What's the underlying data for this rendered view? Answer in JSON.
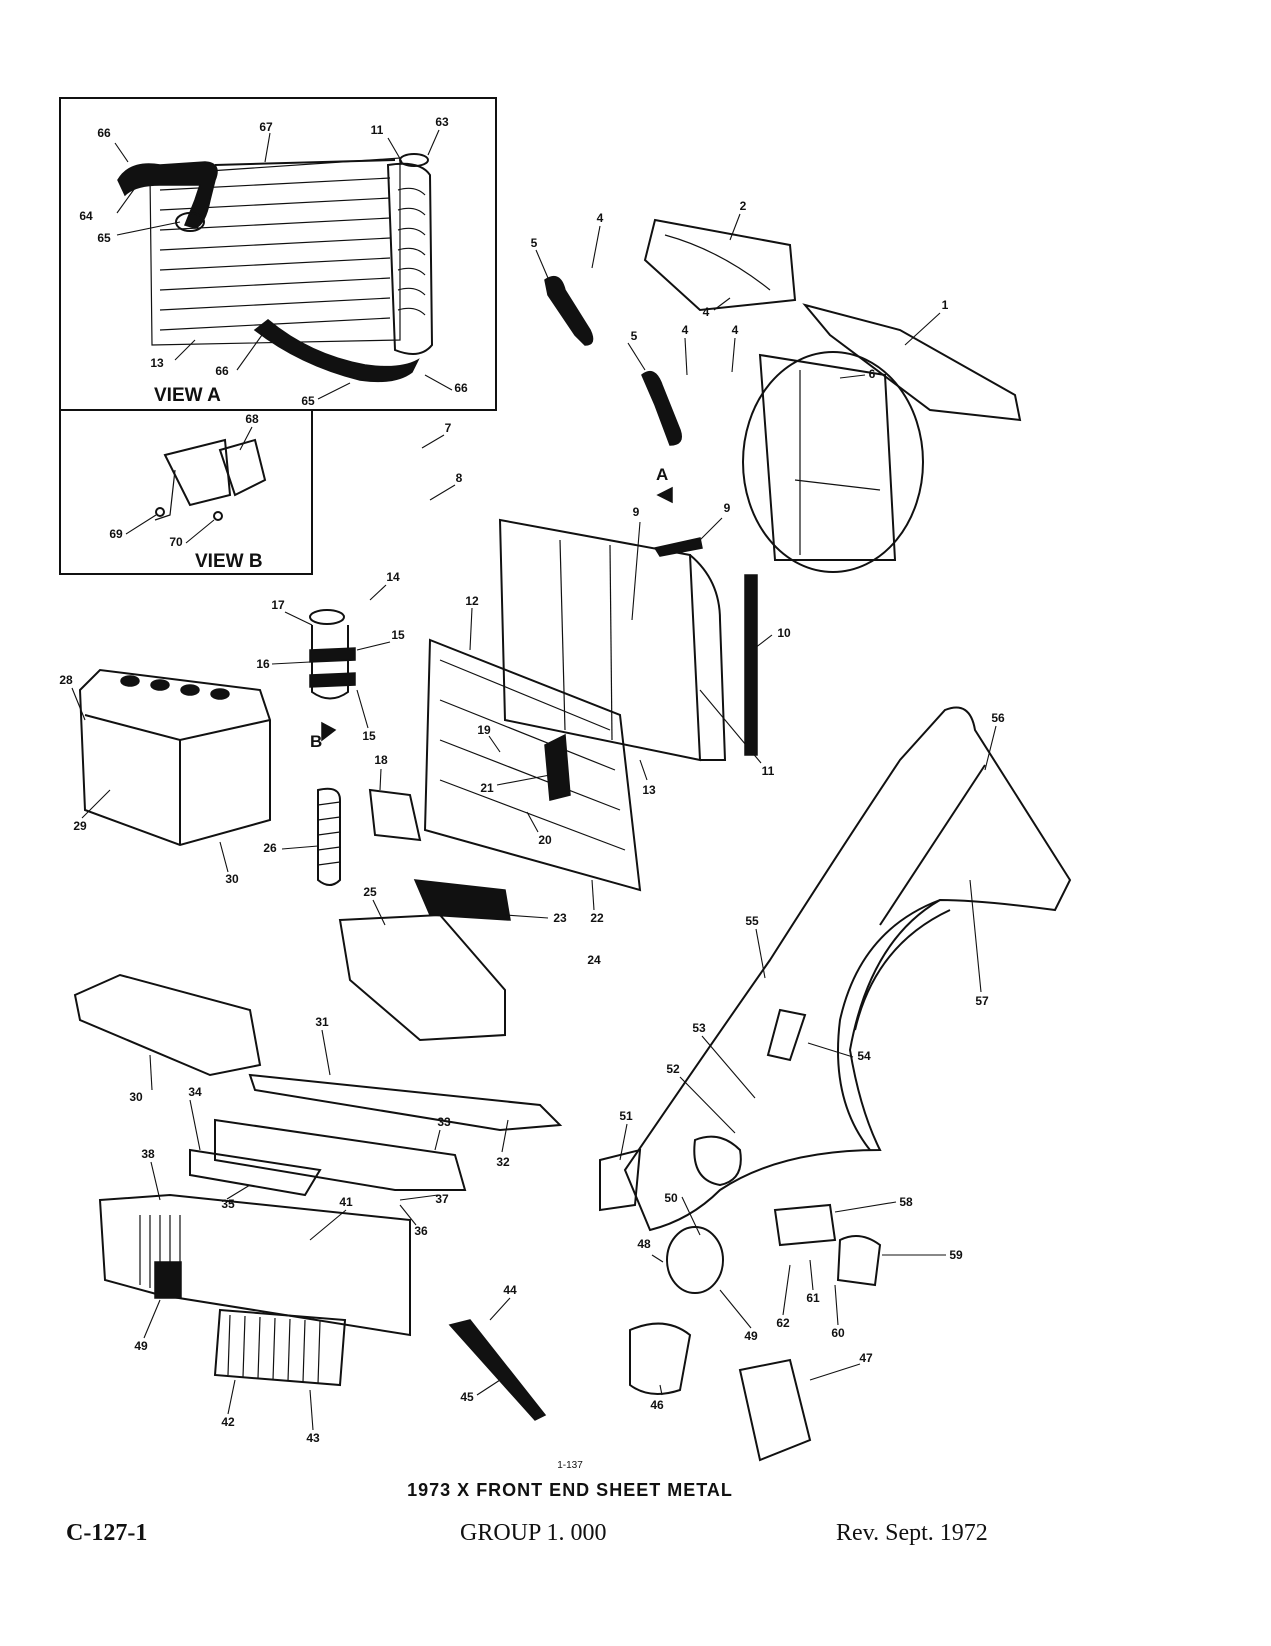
{
  "figure_number": "1-137",
  "caption": "1973 X FRONT END SHEET METAL",
  "footer": {
    "page": "C-127-1",
    "group": "GROUP 1. 000",
    "revision": "Rev. Sept. 1972"
  },
  "views": {
    "a": "VIEW A",
    "b": "VIEW B"
  },
  "direction_arrows": {
    "a": "A",
    "b": "B"
  },
  "callouts": [
    "1",
    "2",
    "4",
    "5",
    "6",
    "7",
    "8",
    "9",
    "10",
    "11",
    "12",
    "13",
    "14",
    "15",
    "16",
    "17",
    "18",
    "19",
    "20",
    "21",
    "22",
    "23",
    "24",
    "25",
    "26",
    "28",
    "29",
    "30",
    "31",
    "32",
    "33",
    "34",
    "35",
    "36",
    "37",
    "38",
    "41",
    "42",
    "43",
    "44",
    "45",
    "46",
    "47",
    "48",
    "49",
    "50",
    "51",
    "52",
    "53",
    "54",
    "55",
    "56",
    "57",
    "58",
    "59",
    "60",
    "61",
    "62",
    "63",
    "64",
    "65",
    "66",
    "67",
    "68",
    "69",
    "70"
  ]
}
